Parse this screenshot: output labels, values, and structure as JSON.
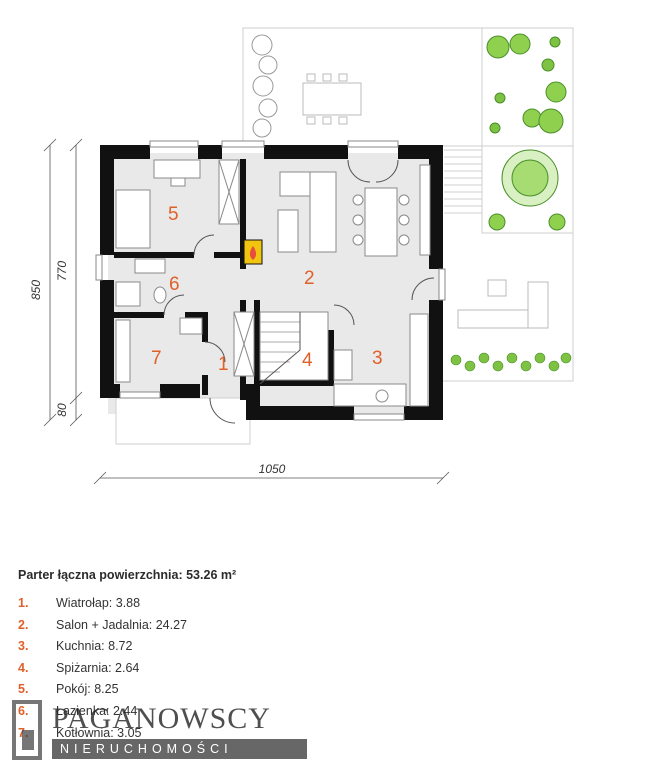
{
  "plan": {
    "dimensions": {
      "width_total": "1050",
      "height_total": "850",
      "height_main": "770",
      "height_porch": "80"
    },
    "rooms": [
      {
        "num": "1"
      },
      {
        "num": "2"
      },
      {
        "num": "3"
      },
      {
        "num": "4"
      },
      {
        "num": "5"
      },
      {
        "num": "6"
      },
      {
        "num": "7"
      }
    ]
  },
  "legend": {
    "title": "Parter łączna powierzchnia: 53.26 m²",
    "items": [
      {
        "num": "1.",
        "text": "Wiatrołap: 3.88"
      },
      {
        "num": "2.",
        "text": "Salon + Jadalnia: 24.27"
      },
      {
        "num": "3.",
        "text": "Kuchnia: 8.72"
      },
      {
        "num": "4.",
        "text": "Spiżarnia: 2.64"
      },
      {
        "num": "5.",
        "text": "Pokój: 8.25"
      },
      {
        "num": "6.",
        "text": "Łazienka: 2.44"
      },
      {
        "num": "7.",
        "text": "Kotłownia: 3.05"
      }
    ]
  },
  "logo": {
    "main": "PAGANOWSCY",
    "sub": "NIERUCHOMOŚCI"
  },
  "colors": {
    "accent": "#e0602a",
    "wall": "#111111",
    "floor": "#e9e9e9",
    "plant": "#7dc242"
  }
}
